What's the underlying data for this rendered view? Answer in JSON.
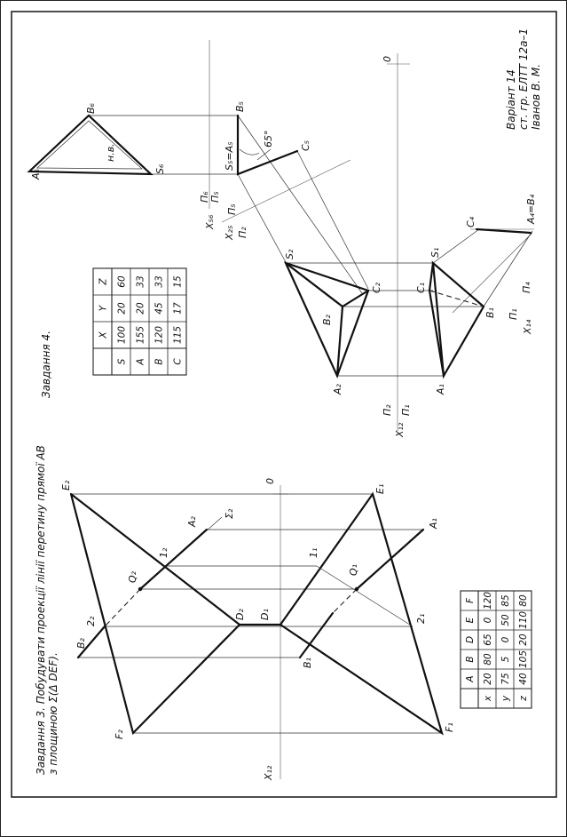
{
  "task3": {
    "title_line1": "Завдання 3. Побудувати проекції лінії перетину прямої АВ",
    "title_line2": "з площиною Σ(Δ DEF).",
    "labels": {
      "E2": "E₂",
      "E1": "E₁",
      "F2": "F₂",
      "F1": "F₁",
      "D2": "D₂",
      "D1": "D₁",
      "B2": "B₂",
      "B1": "B₁",
      "A2": "A₂",
      "A1": "A₁",
      "Sigma2": "Σ₂",
      "onea": "1₂",
      "oneb": "1₁",
      "twoa": "2₂",
      "twob": "2₁",
      "Q2": "Q₂",
      "Q1": "Q₁",
      "O": "0",
      "X12": "X₁₂"
    },
    "table": {
      "headers": [
        "",
        "A",
        "B",
        "D",
        "E",
        "F"
      ],
      "rows": [
        [
          "x",
          "20",
          "80",
          "65",
          "0",
          "120"
        ],
        [
          "y",
          "75",
          "5",
          "0",
          "50",
          "85"
        ],
        [
          "z",
          "40",
          "105",
          "20",
          "110",
          "80"
        ]
      ]
    }
  },
  "task4": {
    "title": "Завдання 4.",
    "labels": {
      "A6": "A₆",
      "B6": "B₆",
      "S6": "S₆",
      "nv": "н.в.",
      "B5": "B₅",
      "S5A5": "S₅=A₅",
      "C5": "C₅",
      "angle": "65°",
      "Pi6": "Π₆",
      "Pi5a": "Π₅",
      "X56": "X₅₆",
      "X25": "X₂₅",
      "Pi5b": "Π₅",
      "Pi2a": "Π₂",
      "O": "0",
      "S2": "S₂",
      "C2": "C₂",
      "B2": "B₂",
      "A2": "A₂",
      "S1": "S₁",
      "C1": "C₁",
      "B1": "B₁",
      "A1": "A₁",
      "C4": "C₄",
      "A4B4": "A₄=B₄",
      "Pi4": "Π₄",
      "Pi1a": "Π₁",
      "X14": "X₁₄",
      "Pi2b": "Π₂",
      "Pi1b": "Π₁",
      "X12": "X₁₂"
    },
    "table": {
      "headers": [
        "",
        "X",
        "Y",
        "Z"
      ],
      "rows": [
        [
          "S",
          "100",
          "20",
          "60"
        ],
        [
          "A",
          "155",
          "20",
          "33"
        ],
        [
          "B",
          "120",
          "45",
          "33"
        ],
        [
          "C",
          "115",
          "17",
          "15"
        ]
      ]
    }
  },
  "stamp": {
    "variant": "Варіант 14",
    "group": "ст. гр. ЕЛТТ 12а–1",
    "name": "Іванов В. М."
  }
}
